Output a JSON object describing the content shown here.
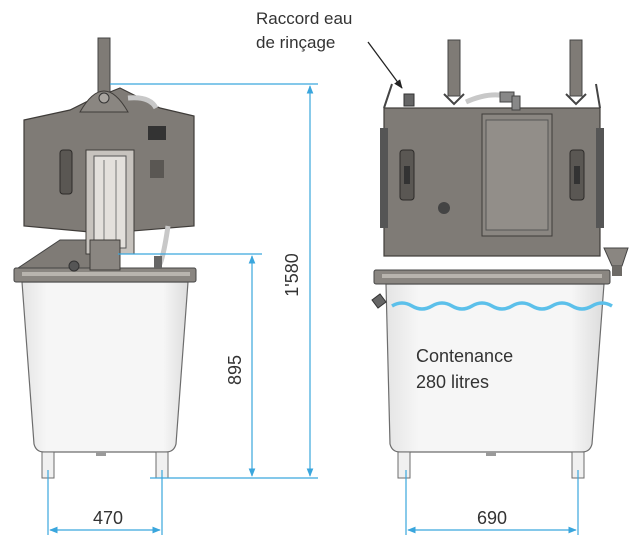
{
  "callout": {
    "line1": "Raccord eau",
    "line2": "de rinçage"
  },
  "capacity": {
    "line1": "Contenance",
    "line2": "280 litres"
  },
  "dimensions": {
    "total_height": "1'580",
    "tank_height": "895",
    "side_width": "470",
    "front_width": "690"
  },
  "colors": {
    "dimension_line": "#3aa6dd",
    "machine_body": "#7f7b76",
    "machine_dark": "#55524e",
    "tank_fill": "#f3f3f3",
    "water": "#5cc0ea"
  }
}
